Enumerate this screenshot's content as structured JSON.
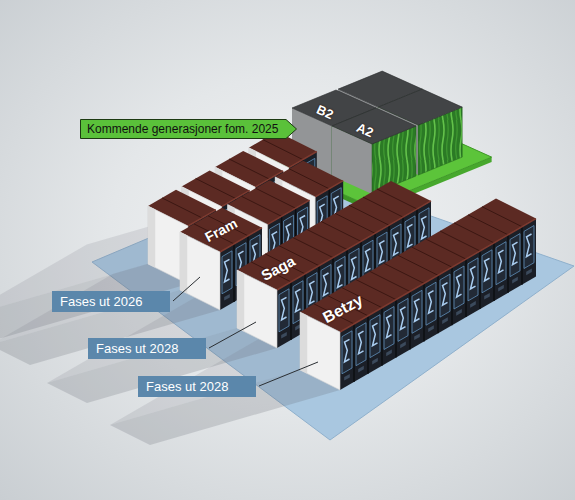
{
  "diagram": {
    "nodes": [
      {
        "text": [
          "Kommende generasjoner fom. 2025"
        ]
      },
      {
        "text": [
          "Fases ut 2026"
        ]
      },
      {
        "text": [
          "Fases ut 2028"
        ]
      },
      {
        "text": [
          "Fases ut 2028"
        ]
      }
    ],
    "labels": [
      "B2",
      "A2",
      "Fram",
      "Saga",
      "Betzy"
    ]
  }
}
